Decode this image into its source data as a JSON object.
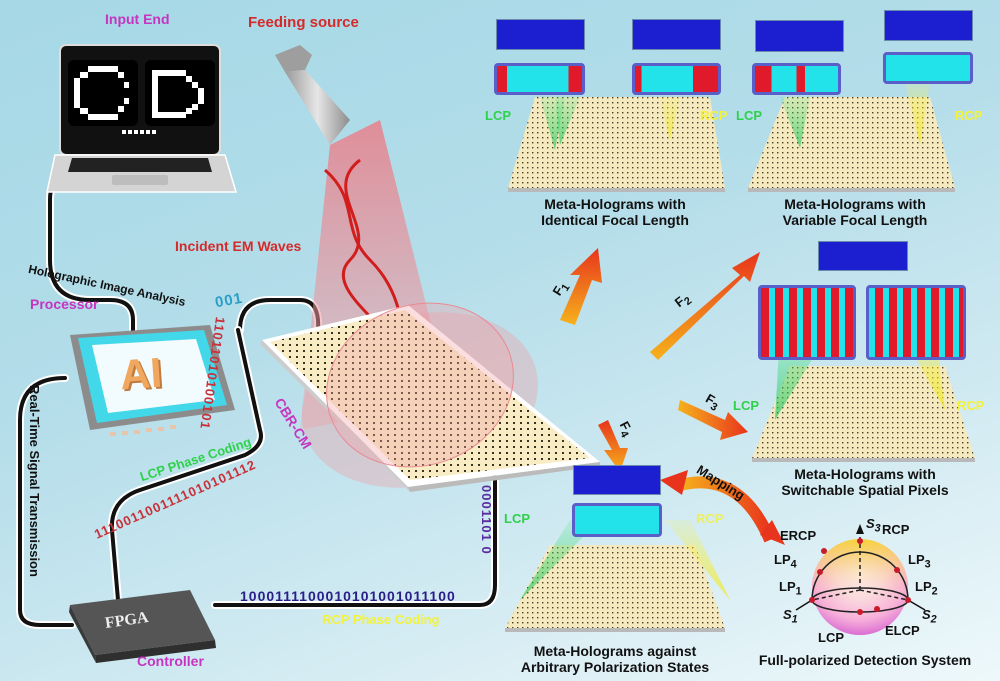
{
  "diagram": {
    "labels": {
      "input_end": "Input End",
      "feeding_source": "Feeding source",
      "incident_em_waves": "Incident EM Waves",
      "processor": "Processor",
      "controller": "Controller",
      "cbr_cm": "CBR-CM",
      "ai_chip_text": "AI",
      "fpga_chip_text": "FPGA",
      "holographic_image_analysis": "Holographic Image Analysis",
      "real_time_signal_transmission": "Real-Time Signal Transmission",
      "lcp_phase_coding": "LCP Phase Coding",
      "rcp_phase_coding": "RCP Phase Coding",
      "mapping": "Mapping"
    },
    "bitstreams": {
      "lcp_top": "001",
      "lcp_vertical": "11011010100101",
      "lcp_bottom": "1110011001111010101112",
      "rcp_horizontal": "1000111100010101001011100",
      "rcp_vertical": "0001101 0"
    },
    "arrows": [
      {
        "label": "F",
        "sub": "1"
      },
      {
        "label": "F",
        "sub": "2"
      },
      {
        "label": "F",
        "sub": "3"
      },
      {
        "label": "F",
        "sub": "4"
      }
    ],
    "panels": {
      "identical": {
        "line1": "Meta-Holograms with",
        "line2": "Identical Focal Length",
        "left": "LCP",
        "right": "RCP"
      },
      "variable": {
        "line1": "Meta-Holograms with",
        "line2": "Variable Focal Length",
        "left": "LCP",
        "right": "RCP"
      },
      "switchable": {
        "line1": "Meta-Holograms with",
        "line2": "Switchable Spatial Pixels",
        "left": "LCP",
        "right": "RCP"
      },
      "arbitrary": {
        "line1": "Meta-Holograms against",
        "line2": "Arbitrary Polarization States",
        "left": "LCP",
        "right": "RCP"
      },
      "detection": {
        "title": "Full-polarized Detection System"
      }
    },
    "poincare": {
      "points": [
        "RCP",
        "ERCP",
        "LP4",
        "LP3",
        "LP1",
        "LP2",
        "LCP",
        "ELCP"
      ],
      "axes": {
        "s1": "S",
        "s1_sub": "1",
        "s2": "S",
        "s2_sub": "2",
        "s3": "S",
        "s3_sub": "3"
      },
      "labels": {
        "rcp": "RCP",
        "ercp": "ERCP",
        "lp4": "LP",
        "lp4_sub": "4",
        "lp3": "LP",
        "lp3_sub": "3",
        "lp1": "LP",
        "lp1_sub": "1",
        "lp2": "LP",
        "lp2_sub": "2",
        "lcp": "LCP",
        "elcp": "ELCP"
      }
    },
    "colors": {
      "background": "#a6d8e6",
      "label_magenta": "#c535c0",
      "label_red": "#d52a2a",
      "lcp_green": "#2ed14a",
      "rcp_yellow": "#f3f23a",
      "hologram_blue": "#1c1fd0",
      "pixel_cyan": "#22e3ea",
      "pixel_red": "#e01a2a"
    }
  }
}
